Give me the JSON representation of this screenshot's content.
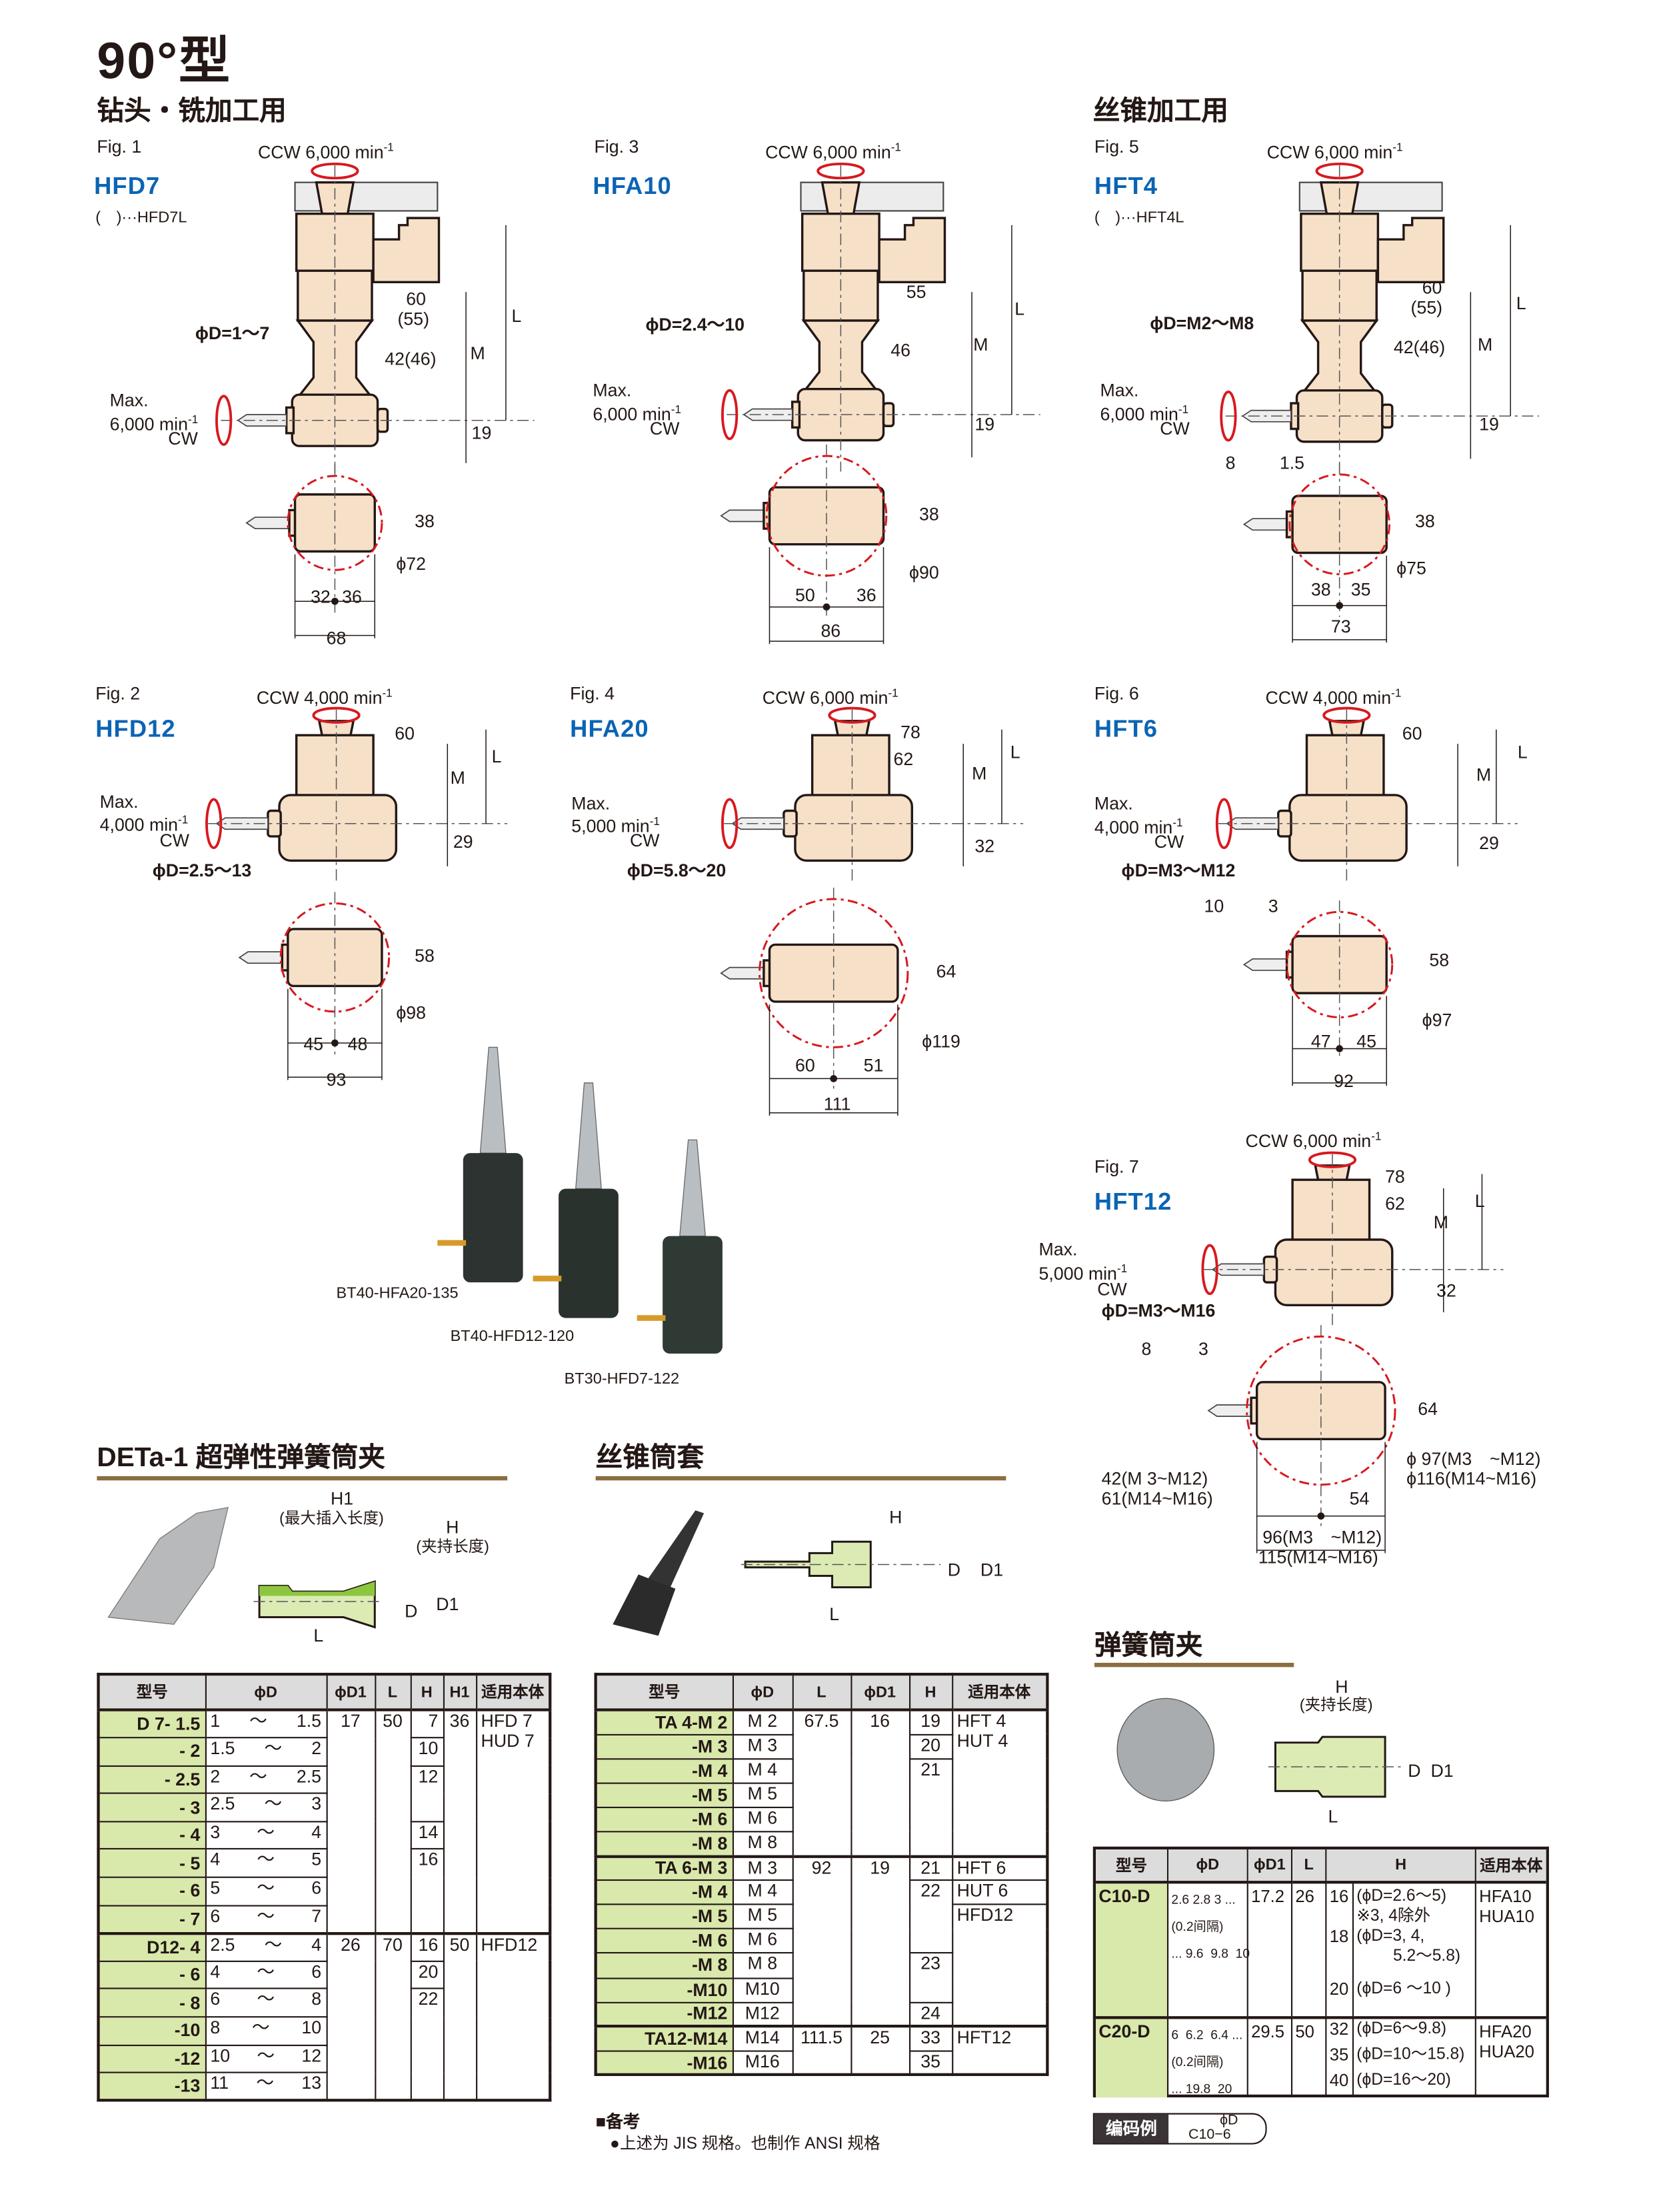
{
  "page": {
    "title": "90°型",
    "section_drill": "钻头・铣加工用",
    "section_tap": "丝锥加工用"
  },
  "colors": {
    "model_blue": "#0b64b4",
    "body_beige": "#f6e0c8",
    "rotation_red": "#d7191f",
    "model_cell_green": "#d9e8ab",
    "header_gray": "#dcdcdd",
    "underline_brown": "#8b6d3f"
  },
  "figures": {
    "fig1": {
      "label": "Fig. 1",
      "ccw": "CCW 6,000 min",
      "ccw_sup": "-1",
      "model": "HFD7",
      "note": "(　)···HFD7L",
      "phiD": "ϕD=1～7",
      "max": [
        "Max.",
        "6,000 min",
        "CW"
      ],
      "max_sup": "-1",
      "dims": [
        "60",
        "(55)",
        "42(46)",
        "M",
        "L",
        "19",
        "38",
        "ϕ72",
        "32",
        "36",
        "68"
      ]
    },
    "fig3": {
      "label": "Fig. 3",
      "ccw": "CCW 6,000 min",
      "ccw_sup": "-1",
      "model": "HFA10",
      "phiD": "ϕD=2.4～10",
      "max": [
        "Max.",
        "6,000 min",
        "CW"
      ],
      "max_sup": "-1",
      "dims": [
        "55",
        "46",
        "M",
        "L",
        "19",
        "38",
        "ϕ90",
        "50",
        "36",
        "86"
      ]
    },
    "fig5": {
      "label": "Fig. 5",
      "ccw": "CCW 6,000 min",
      "ccw_sup": "-1",
      "model": "HFT4",
      "note": "(　)···HFT4L",
      "phiD": "ϕD=M2～M8",
      "max": [
        "Max.",
        "6,000 min",
        "CW"
      ],
      "max_sup": "-1",
      "dims": [
        "60",
        "(55)",
        "42(46)",
        "M",
        "L",
        "19",
        "8",
        "1.5",
        "38",
        "ϕ75",
        "38",
        "35",
        "73"
      ]
    },
    "fig2": {
      "label": "Fig. 2",
      "ccw": "CCW 4,000 min",
      "ccw_sup": "-1",
      "model": "HFD12",
      "phiD": "ϕD=2.5～13",
      "max": [
        "Max.",
        "4,000 min",
        "CW"
      ],
      "max_sup": "-1",
      "dims": [
        "60",
        "L",
        "M",
        "29",
        "58",
        "ϕ98",
        "45",
        "48",
        "93"
      ]
    },
    "fig4": {
      "label": "Fig. 4",
      "ccw": "CCW 6,000 min",
      "ccw_sup": "-1",
      "model": "HFA20",
      "phiD": "ϕD=5.8～20",
      "max": [
        "Max.",
        "5,000 min",
        "CW"
      ],
      "max_sup": "-1",
      "dims": [
        "78",
        "62",
        "L",
        "M",
        "32",
        "64",
        "ϕ119",
        "60",
        "51",
        "111"
      ]
    },
    "fig6": {
      "label": "Fig. 6",
      "ccw": "CCW 4,000 min",
      "ccw_sup": "-1",
      "model": "HFT6",
      "phiD": "ϕD=M3～M12",
      "max": [
        "Max.",
        "4,000 min",
        "CW"
      ],
      "max_sup": "-1",
      "dims": [
        "60",
        "L",
        "M",
        "29",
        "10",
        "3",
        "58",
        "ϕ97",
        "47",
        "45",
        "92"
      ]
    },
    "fig7": {
      "label": "Fig. 7",
      "ccw": "CCW 6,000 min",
      "ccw_sup": "-1",
      "model": "HFT12",
      "phiD": "ϕD=M3～M16",
      "max": [
        "Max.",
        "5,000 min",
        "CW"
      ],
      "max_sup": "-1",
      "dims": [
        "78",
        "62",
        "L",
        "M",
        "32",
        "8",
        "3",
        "64",
        "ϕ 97(M3　~M12)",
        "ϕ116(M14~M16)",
        "42(M 3~M12)",
        "61(M14~M16)",
        "54",
        "96(M3　~M12)",
        "115(M14~M16)"
      ]
    }
  },
  "photos": {
    "captions": [
      "BT40-HFA20-135",
      "BT40-HFD12-120",
      "BT30-HFD7-122"
    ]
  },
  "deta": {
    "heading": "DETa-1 超弹性弹簧筒夹",
    "drawing": {
      "h1": "H1",
      "h1_note": "(最大插入长度)",
      "h": "H",
      "h_note": "(夹持长度)",
      "d": "D",
      "d1": "D1",
      "l": "L"
    },
    "table": {
      "headers": [
        "型号",
        "ϕD",
        "ϕD1",
        "L",
        "H",
        "H1",
        "适用本体"
      ],
      "groups": [
        {
          "rows": [
            [
              "D 7- 1.5",
              "1 ～ 1.5",
              "17",
              "50",
              "7",
              "36",
              "HFD 7\nHUD 7"
            ],
            [
              "- 2",
              "1.5 ～ 2",
              "",
              "",
              "10",
              "",
              ""
            ],
            [
              "- 2.5",
              "2 ～ 2.5",
              "",
              "",
              "12",
              "",
              ""
            ],
            [
              "- 3",
              "2.5 ～ 3",
              "",
              "",
              "",
              "",
              ""
            ],
            [
              "- 4",
              "3 ～ 4",
              "",
              "",
              "14",
              "",
              ""
            ],
            [
              "- 5",
              "4 ～ 5",
              "",
              "",
              "16",
              "",
              ""
            ],
            [
              "- 6",
              "5 ～ 6",
              "",
              "",
              "",
              "",
              ""
            ],
            [
              "- 7",
              "6 ～ 7",
              "",
              "",
              "",
              "",
              ""
            ]
          ]
        },
        {
          "rows": [
            [
              "D12- 4",
              "2.5 ～ 4",
              "26",
              "70",
              "16",
              "50",
              "HFD12"
            ],
            [
              "- 6",
              "4 ～ 6",
              "",
              "",
              "20",
              "",
              ""
            ],
            [
              "- 8",
              "6 ～ 8",
              "",
              "",
              "22",
              "",
              ""
            ],
            [
              "-10",
              "8 ～ 10",
              "",
              "",
              "",
              "",
              ""
            ],
            [
              "-12",
              "10 ～ 12",
              "",
              "",
              "",
              "",
              ""
            ],
            [
              "-13",
              "11 ～ 13",
              "",
              "",
              "",
              "",
              ""
            ]
          ]
        }
      ]
    }
  },
  "tap_sleeve": {
    "heading": "丝锥筒套",
    "drawing": {
      "h": "H",
      "d": "D",
      "d1": "D1",
      "l": "L"
    },
    "table": {
      "headers": [
        "型号",
        "ϕD",
        "L",
        "ϕD1",
        "H",
        "适用本体"
      ],
      "groups": [
        {
          "rows": [
            [
              "TA 4-M 2",
              "M 2",
              "67.5",
              "16",
              "19",
              "HFT 4\nHUT 4"
            ],
            [
              "-M 3",
              "M 3",
              "",
              "",
              "20",
              ""
            ],
            [
              "-M 4",
              "M 4",
              "",
              "",
              "21",
              ""
            ],
            [
              "-M 5",
              "M 5",
              "",
              "",
              "",
              ""
            ],
            [
              "-M 6",
              "M 6",
              "",
              "",
              "",
              ""
            ],
            [
              "-M 8",
              "M 8",
              "",
              "",
              "",
              ""
            ]
          ]
        },
        {
          "rows": [
            [
              "TA 6-M 3",
              "M 3",
              "92",
              "19",
              "21",
              "HFT 6"
            ],
            [
              "-M 4",
              "M 4",
              "",
              "",
              "22",
              "HUT 6"
            ],
            [
              "-M 5",
              "M 5",
              "",
              "",
              "",
              "HFD12"
            ],
            [
              "-M 6",
              "M 6",
              "",
              "",
              "",
              ""
            ],
            [
              "-M 8",
              "M 8",
              "",
              "",
              "23",
              ""
            ],
            [
              "-M10",
              "M10",
              "",
              "",
              "",
              ""
            ],
            [
              "-M12",
              "M12",
              "",
              "",
              "24",
              ""
            ]
          ]
        },
        {
          "rows": [
            [
              "TA12-M14",
              "M14",
              "111.5",
              "25",
              "33",
              "HFT12"
            ],
            [
              "-M16",
              "M16",
              "",
              "",
              "35",
              ""
            ]
          ]
        }
      ]
    },
    "remarks_title": "■备考",
    "remarks": "●上述为 JIS 规格。也制作 ANSI 规格"
  },
  "spring_collet": {
    "heading": "弹簧筒夹",
    "drawing": {
      "h": "H",
      "h_note": "(夹持长度)",
      "d": "D",
      "d1": "D1",
      "l": "L"
    },
    "table": {
      "headers": [
        "型号",
        "ϕD",
        "ϕD1",
        "L",
        "H",
        "适用本体"
      ],
      "rows": [
        {
          "model": "C10-D",
          "phiD": "2.6 2.8 3 ...\n(0.2间隔)\n... 9.6  9.8  10",
          "phiD1": "17.2",
          "L": "26",
          "H": [
            {
              "v": "16",
              "c": "(ϕD=2.6～5)\n※3, 4除外"
            },
            {
              "v": "18",
              "c": "(ϕD=3, 4,\n        5.2～5.8)"
            },
            {
              "v": "20",
              "c": "(ϕD=6 ～10 )"
            }
          ],
          "body": "HFA10\nHUA10"
        },
        {
          "model": "C20-D",
          "phiD": "6  6.2  6.4 ...\n(0.2间隔)\n... 19.8  20",
          "phiD1": "29.5",
          "L": "50",
          "H": [
            {
              "v": "32",
              "c": "(ϕD=6～9.8)"
            },
            {
              "v": "35",
              "c": "(ϕD=10～15.8)"
            },
            {
              "v": "40",
              "c": "(ϕD=16～20)"
            }
          ],
          "body": "HFA20\nHUA20"
        }
      ]
    },
    "code_example": {
      "label": "编码例",
      "top": "ϕD",
      "bottom": "C10−6"
    }
  }
}
